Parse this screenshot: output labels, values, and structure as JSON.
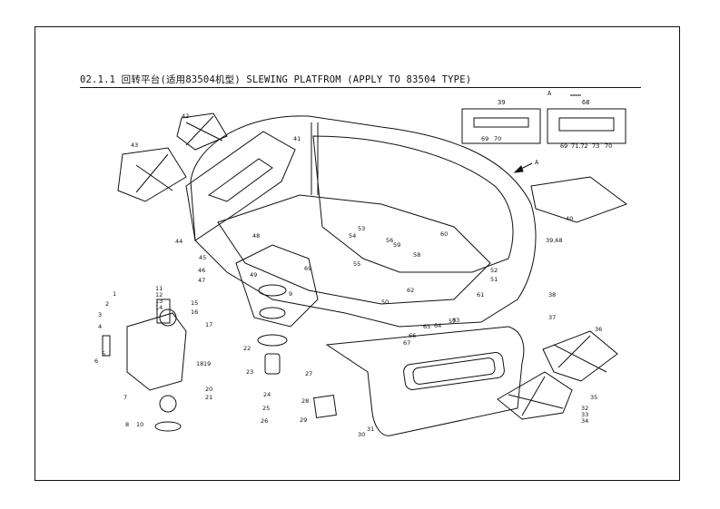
{
  "page": {
    "title": "02.1.1 回转平台(适用83504机型) SLEWING PLATFROM (APPLY TO 83504 TYPE)"
  },
  "detail_views": {
    "left_caption": "39",
    "right_view_letter": "A",
    "right_caption": "68",
    "left_part_labels": [
      "69",
      "70"
    ],
    "right_part_labels": [
      "69",
      "71,72",
      "73",
      "70"
    ]
  },
  "view_arrow_label": "A",
  "part_labels": [
    "1",
    "2",
    "3",
    "4",
    "5",
    "6",
    "7",
    "8",
    "9",
    "10",
    "11",
    "12",
    "13",
    "14",
    "15",
    "16",
    "17",
    "18",
    "19",
    "20",
    "21",
    "22",
    "23",
    "24",
    "25",
    "26",
    "27",
    "28",
    "29",
    "30",
    "31",
    "32",
    "33",
    "34",
    "35",
    "36",
    "37",
    "38",
    "39,68",
    "40",
    "41",
    "42",
    "43",
    "44",
    "45",
    "46",
    "47",
    "48",
    "49",
    "50",
    "51",
    "52",
    "53",
    "54",
    "55",
    "56",
    "57",
    "58",
    "59",
    "60",
    "61",
    "62",
    "63",
    "64",
    "65",
    "66",
    "67",
    "69"
  ]
}
